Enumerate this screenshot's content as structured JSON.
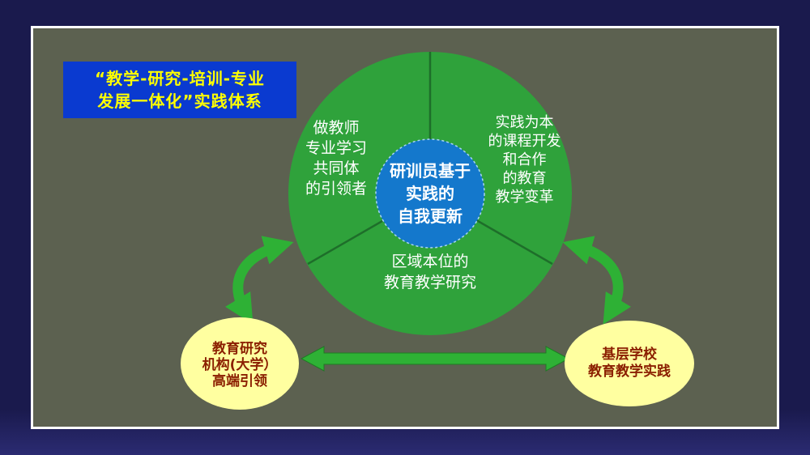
{
  "slide": {
    "title": {
      "line1": "“教学-研究-培训-专业",
      "line2": "发展一体化”实践体系"
    },
    "pie": {
      "center": {
        "lines": [
          "研训员基于",
          "实践的",
          "自我更新"
        ]
      },
      "sector_left": {
        "lines": [
          "做教师",
          "专业学习",
          "共同体",
          "的引领者"
        ]
      },
      "sector_right": {
        "lines": [
          "实践为本",
          "的课程开发",
          "和合作",
          "的教育",
          "教学变革"
        ]
      },
      "sector_bottom": {
        "lines": [
          "区域本位的",
          "教育教学研究"
        ]
      }
    },
    "nodes": {
      "left": {
        "lines": [
          "教育研究",
          "机构(大学）",
          "高端引领"
        ]
      },
      "right": {
        "lines": [
          "基层学校",
          "教育教学实践"
        ]
      }
    },
    "colors": {
      "background": "#1a1a4d",
      "slide_bg": "#5c6150",
      "frame_border": "#ffffff",
      "title_bg": "#0a3ad0",
      "title_text": "#ffff00",
      "circle_green": "#2fa23b",
      "divider_green": "#1e6e2a",
      "circle_blue": "#1478cc",
      "sector_text": "#ffffff",
      "ellipse_yellow": "#ffffa0",
      "ellipse_text": "#8b1f00",
      "arrow_green": "#2eb135"
    }
  }
}
